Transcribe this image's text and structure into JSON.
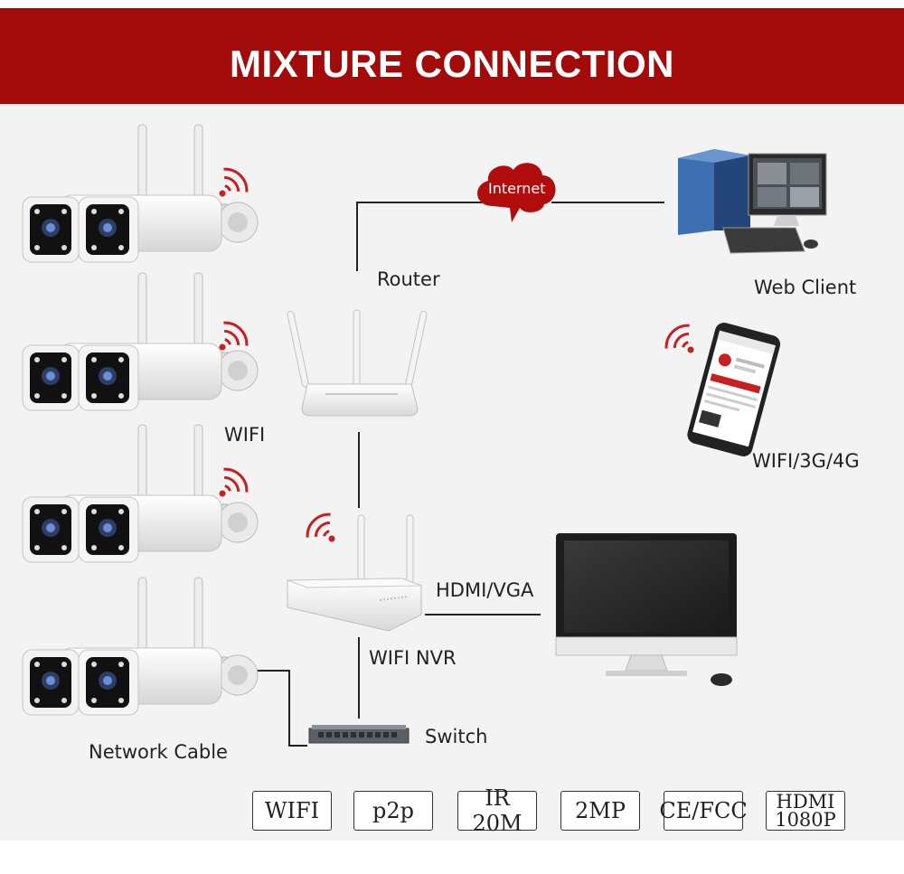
{
  "header": {
    "title": "MIXTURE CONNECTION"
  },
  "labels": {
    "internet": "Internet",
    "router": "Router",
    "web_client": "Web Client",
    "mobile": "WIFI/3G/4G",
    "wifi": "WIFI",
    "hdmi_vga": "HDMI/VGA",
    "wifi_nvr": "WIFI NVR",
    "switch": "Switch",
    "network_cable": "Network Cable"
  },
  "badges": {
    "wifi": "WIFI",
    "p2p": "p2p",
    "ir": "IR 20M",
    "mp": "2MP",
    "cert": "CE/FCC",
    "hdmi_line1": "HDMI",
    "hdmi_line2": "1080P"
  },
  "colors": {
    "accent": "#a30b0b",
    "background": "#f3f3f3",
    "line": "#222222"
  }
}
